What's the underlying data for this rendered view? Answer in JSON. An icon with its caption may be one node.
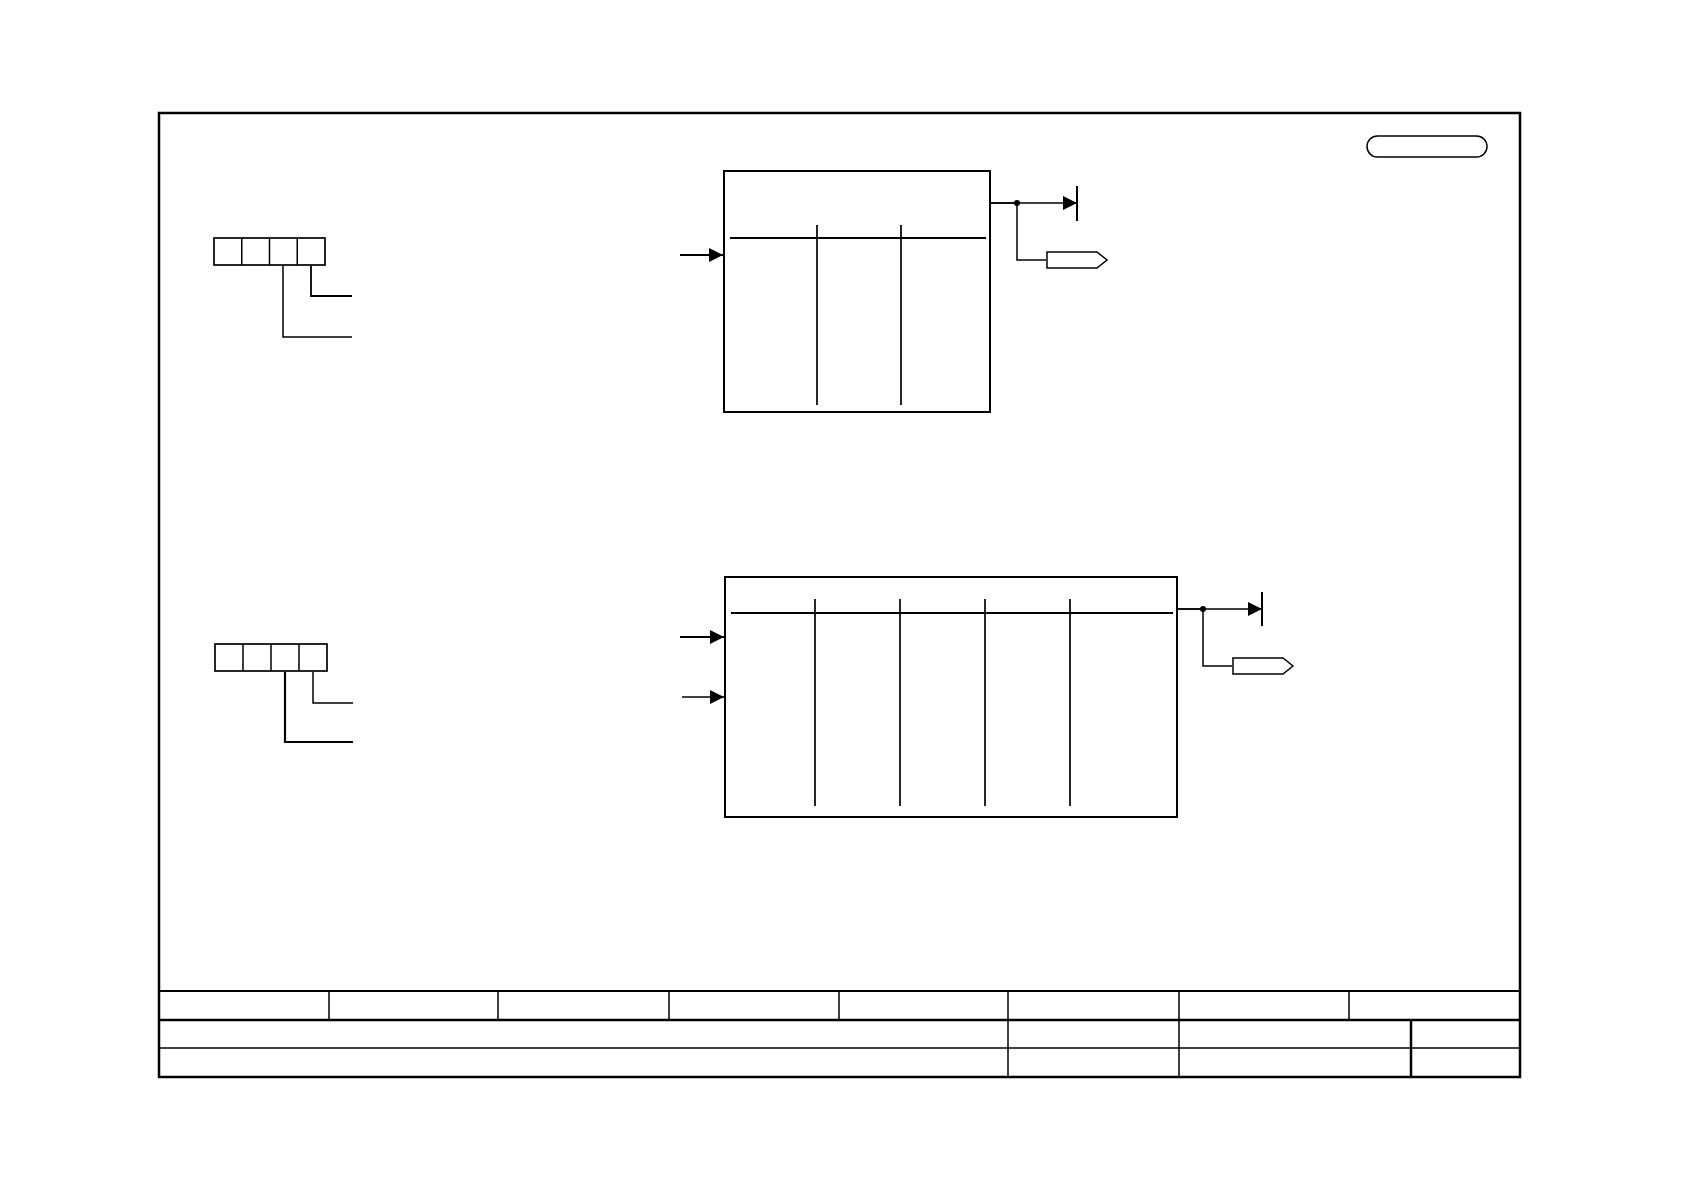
{
  "diagram": {
    "nodes": [
      {
        "text": [],
        "shape": "box"
      },
      {
        "text": [],
        "shape": "grid"
      },
      {
        "text": [],
        "shape": "bar"
      },
      {
        "text": [],
        "shape": "pentagon"
      },
      {
        "text": [],
        "shape": "box"
      },
      {
        "text": [],
        "shape": "grid"
      },
      {
        "text": [],
        "shape": "bar"
      },
      {
        "text": [],
        "shape": "pentagon"
      }
    ],
    "edges": [
      {
        "from": null,
        "to": 0,
        "arrow": "to"
      },
      {
        "from": 0,
        "to": 2,
        "arrow": "to"
      },
      {
        "from": 0,
        "to": 3,
        "arrow": "none"
      },
      {
        "from": 1,
        "to": null,
        "arrow": "none"
      },
      {
        "from": 1,
        "to": null,
        "arrow": "none"
      },
      {
        "from": null,
        "to": 4,
        "arrow": "to"
      },
      {
        "from": null,
        "to": 4,
        "arrow": "to"
      },
      {
        "from": 4,
        "to": 6,
        "arrow": "to"
      },
      {
        "from": 4,
        "to": 7,
        "arrow": "none"
      },
      {
        "from": 5,
        "to": null,
        "arrow": "none"
      },
      {
        "from": 5,
        "to": null,
        "arrow": "none"
      }
    ]
  }
}
